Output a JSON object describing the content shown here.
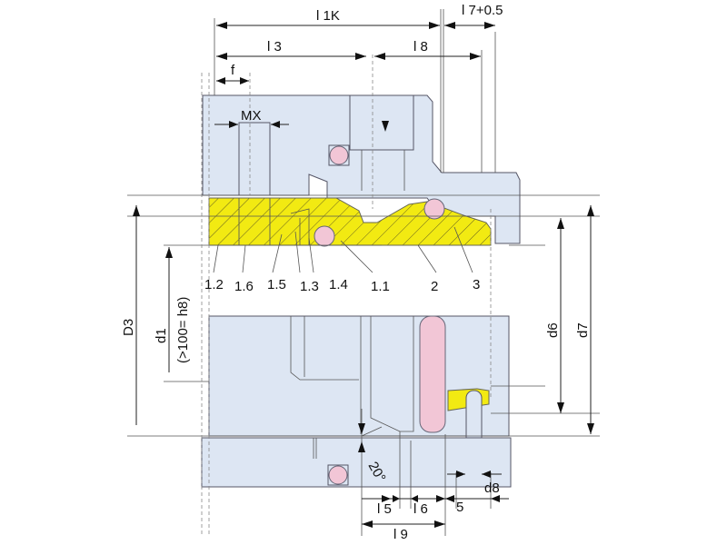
{
  "dimensions": {
    "l1k": "l 1K",
    "l7": "l 7+0.5",
    "l3": "l 3",
    "l8": "l 8",
    "f": "f",
    "mx": "MX",
    "d3": "D3",
    "d1": "d1",
    "d1_note": "(>100= h8)",
    "d6": "d6",
    "d7": "d7",
    "angle": "20°",
    "l5": "l 5",
    "l6": "l 6",
    "l9": "l 9",
    "five": "5",
    "d8": "d8"
  },
  "parts": [
    "1.2",
    "1.6",
    "1.5",
    "1.3",
    "1.4",
    "1.1",
    "2",
    "3"
  ],
  "colors": {
    "body": "#dde6f3",
    "seal": "#f2ea12",
    "oring": "#f2c6d6"
  }
}
